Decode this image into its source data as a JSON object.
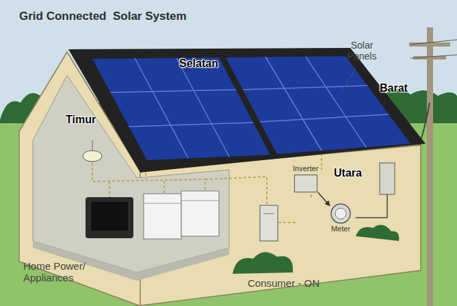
{
  "diagram": {
    "title": "Grid Connected  Solar System",
    "nodes": [
      {
        "text": [
          "Inverter"
        ]
      },
      {
        "text": [
          "Meter"
        ]
      }
    ],
    "edges": [
      {
        "from": 0,
        "to": 1,
        "arrow": "to"
      }
    ],
    "labels": [
      "Selatan",
      "Timur",
      "Barat",
      "Utara",
      "Solar Panels",
      "Home Power/ Appliances",
      "Consumer - ON"
    ]
  }
}
